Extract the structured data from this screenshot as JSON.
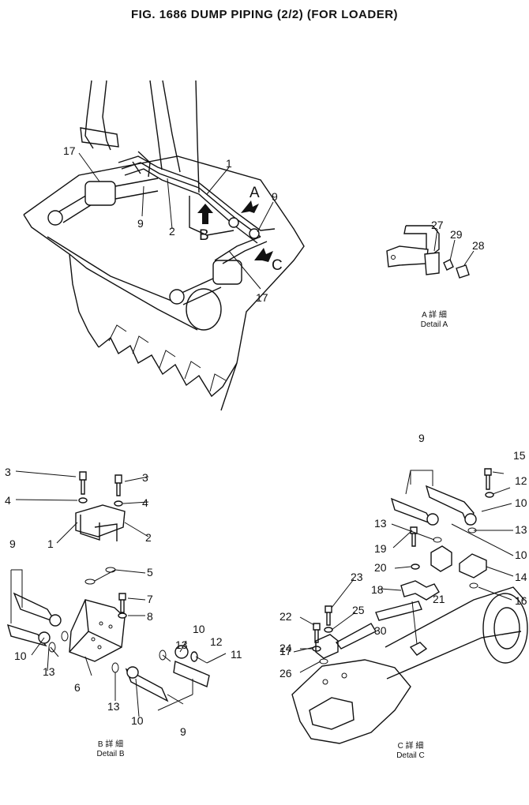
{
  "title": "FIG. 1686   DUMP PIPING (2/2) (FOR LOADER)",
  "views": {
    "main": {
      "callouts": [
        "1",
        "2",
        "9",
        "9",
        "17",
        "17"
      ],
      "arrows": [
        "A",
        "B",
        "C"
      ]
    },
    "detail_a": {
      "callouts": [
        "27",
        "28",
        "29"
      ],
      "caption_jp": "A 詳 細",
      "caption": "Detail A"
    },
    "detail_b": {
      "callouts": [
        "1",
        "2",
        "3",
        "3",
        "4",
        "4",
        "5",
        "6",
        "7",
        "8",
        "9",
        "9",
        "10",
        "10",
        "11",
        "12",
        "13",
        "13",
        "13"
      ],
      "caption_jp": "B 詳 細",
      "caption": "Detail B"
    },
    "detail_c": {
      "callouts": [
        "9",
        "10",
        "10",
        "12",
        "13",
        "13",
        "14",
        "15",
        "16",
        "17",
        "18",
        "19",
        "20",
        "21",
        "22",
        "23",
        "24",
        "25",
        "26",
        "30"
      ],
      "caption_jp": "C 詳 細",
      "caption": "Detail C"
    }
  }
}
